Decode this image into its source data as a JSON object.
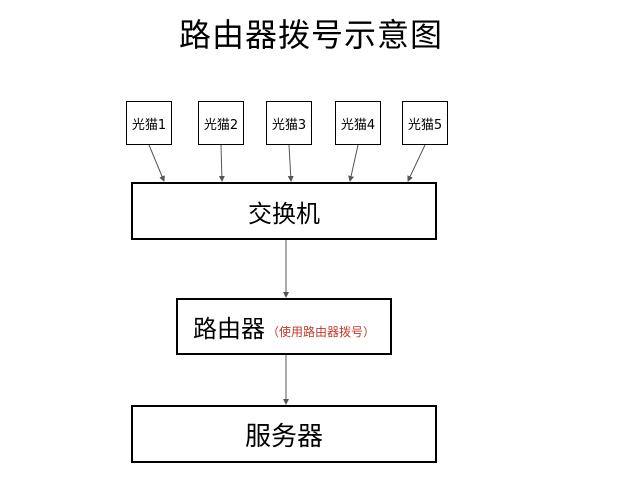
{
  "title": "路由器拨号示意图",
  "modems": [
    "光猫1",
    "光猫2",
    "光猫3",
    "光猫4",
    "光猫5"
  ],
  "switch_label": "交换机",
  "router": {
    "label": "路由器",
    "note": "（使用路由器拨号）"
  },
  "server_label": "服务器",
  "colors": {
    "note": "#c0392b",
    "line": "#555555"
  }
}
